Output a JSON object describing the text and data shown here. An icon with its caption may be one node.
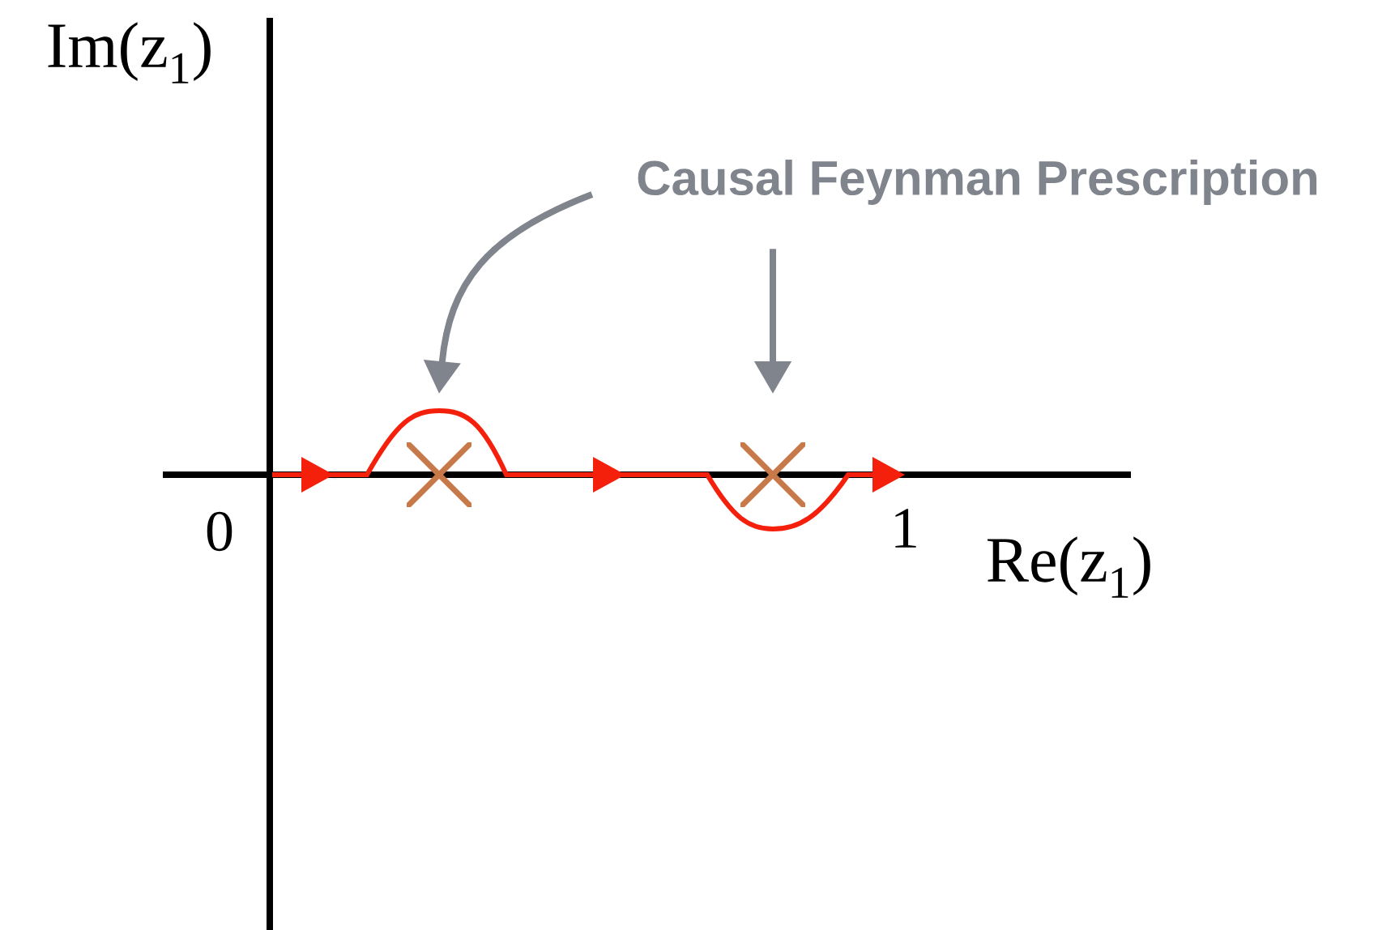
{
  "diagram": {
    "nodes": [
      {
        "text": [
          "Causal Feynman Prescription"
        ]
      },
      {
        "text": [],
        "shape": "cross"
      },
      {
        "text": [],
        "shape": "cross"
      }
    ],
    "edges": [
      {
        "from": 0,
        "to": 1,
        "arrow": "to"
      },
      {
        "from": 0,
        "to": 2,
        "arrow": "to"
      }
    ],
    "labels": [
      "Im(z$_{1}$)",
      "0",
      "1",
      "Re(z$_{1}$)"
    ]
  }
}
